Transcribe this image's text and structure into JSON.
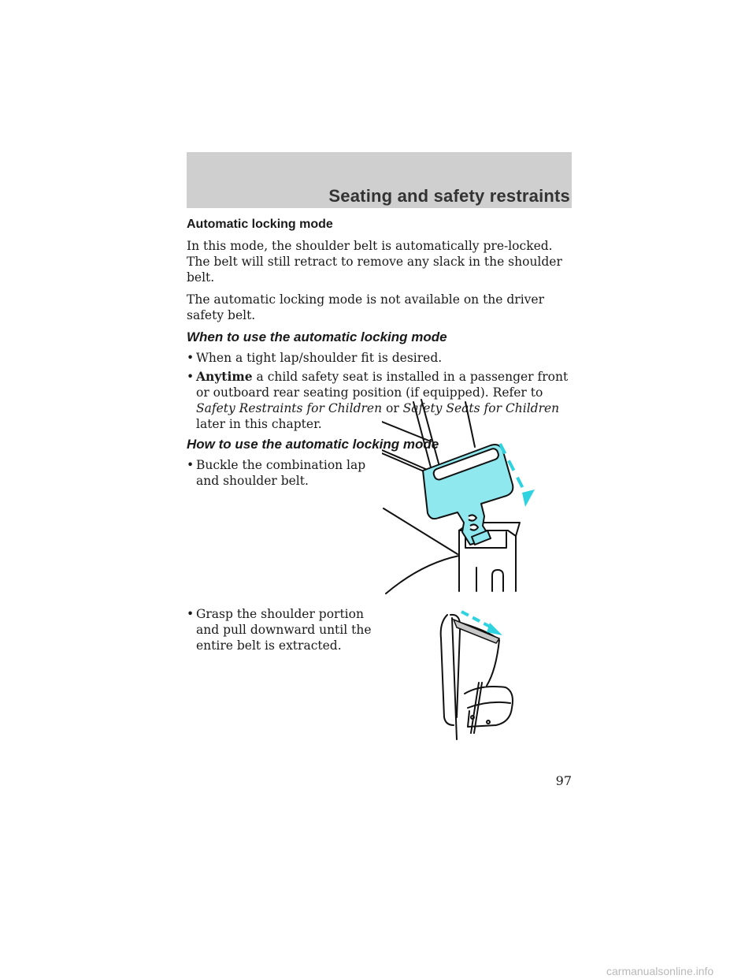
{
  "header": {
    "title": "Seating and safety restraints"
  },
  "section1": {
    "heading": "Automatic locking mode",
    "paragraphs": [
      "In this mode, the shoulder belt is automatically pre-locked. The belt will still retract to remove any slack in the shoulder belt.",
      "The automatic locking mode is not available on the driver safety belt."
    ]
  },
  "section2": {
    "heading": "When to use the automatic locking mode",
    "bullet1": "When a tight lap/shoulder fit is desired.",
    "bullet2": {
      "bold": "Anytime",
      "text1": " a child safety seat is installed in a passenger front or outboard rear seating position (if equipped). Refer to ",
      "italic1": "Safety Restraints for Children",
      "text2": " or ",
      "italic2": "Safety Seats for Children",
      "text3": " later in this chapter."
    }
  },
  "section3": {
    "heading": "How to use the automatic locking mode",
    "bullet1": "Buckle the combination lap and shoulder belt.",
    "bullet2": "Grasp the shoulder portion and pull downward until the entire belt is extracted."
  },
  "colors": {
    "accent": "#8ee8ee",
    "arrow": "#2fd3e0",
    "header_band": "#cfcfcf"
  },
  "bullet_glyph": "•",
  "page_number": "97",
  "watermark": "carmanualsonline.info"
}
